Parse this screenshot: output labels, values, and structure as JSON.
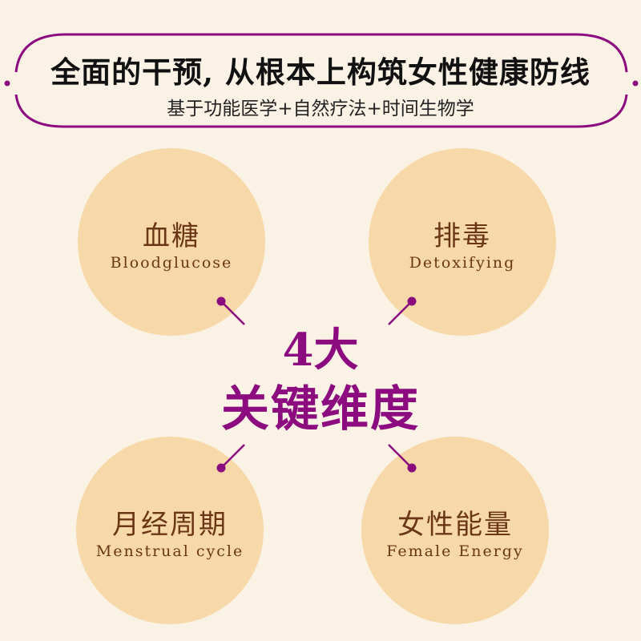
{
  "header": {
    "title": "全面的干预, 从根本上构筑女性健康防线",
    "subtitle": "基于功能医学+自然疗法+时间生物学"
  },
  "center": {
    "line1": "4大",
    "line2": "关键维度"
  },
  "dimensions": [
    {
      "cn": "血糖",
      "en": "Bloodglucose"
    },
    {
      "cn": "排毒",
      "en": "Detoxifying"
    },
    {
      "cn": "月经周期",
      "en": "Menstrual cycle"
    },
    {
      "cn": "女性能量",
      "en": "Female Energy"
    }
  ],
  "colors": {
    "accent": "#8c0c7f",
    "circle": "#f7d9a9",
    "background": "#fbf2e6",
    "text": "#6b3616"
  }
}
